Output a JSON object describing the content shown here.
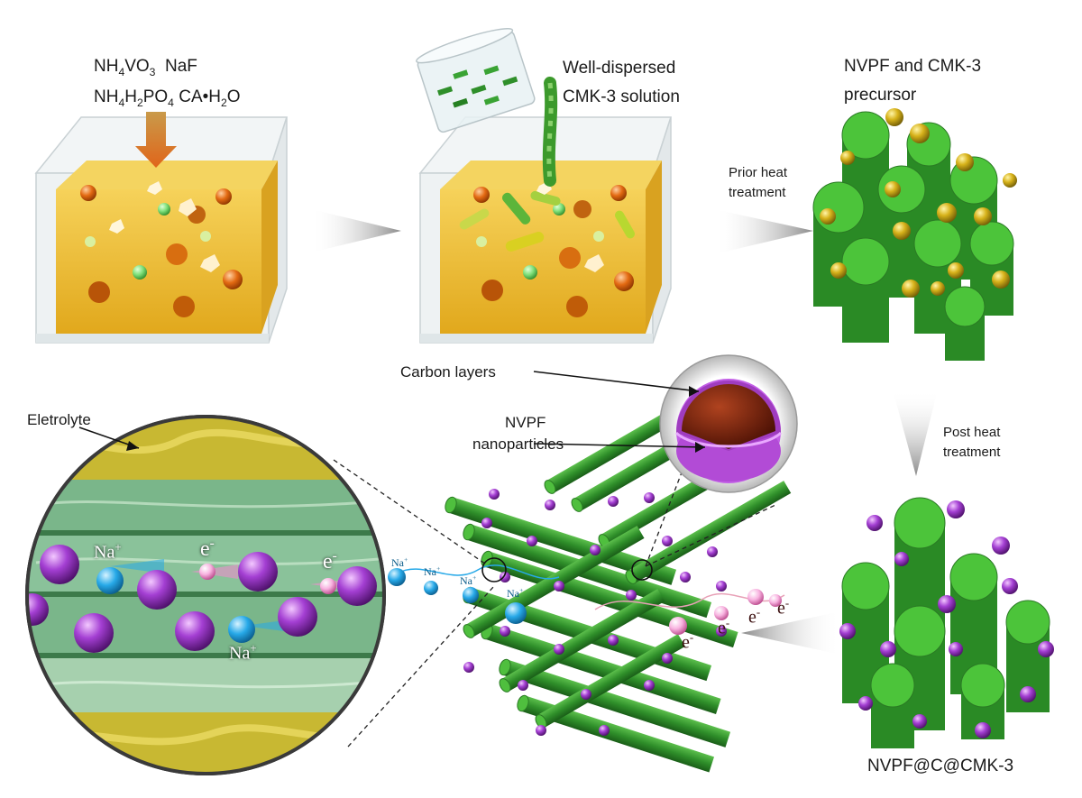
{
  "labels": {
    "reagent_1": "NH",
    "reagent_1_sub_a": "4",
    "reagent_1_b": "VO",
    "reagent_1_sub_b": "3",
    "reagent_2": "NaF",
    "reagent_3": "NH",
    "reagent_3_sub_a": "4",
    "reagent_3_b": "H",
    "reagent_3_sub_b": "2",
    "reagent_3_c": "PO",
    "reagent_3_sub_c": "4",
    "reagent_4": "CA•H",
    "reagent_4_sub": "2",
    "reagent_4_b": "O",
    "dispersed_line1": "Well-dispersed",
    "dispersed_line2": "CMK-3 solution",
    "precursor_line1": "NVPF and CMK-3",
    "precursor_line2": "precursor",
    "prior_line1": "Prior heat",
    "prior_line2": "treatment",
    "post_line1": "Post heat",
    "post_line2": "treatment",
    "carbon_layers": "Carbon layers",
    "nvpf_line1": "NVPF",
    "nvpf_line2": "nanoparticles",
    "electrolyte": "Eletrolyte",
    "product": "NVPF@C@CMK-3"
  },
  "ions": {
    "na": "Na",
    "na_charge": "+",
    "electron": "e",
    "electron_charge": "-"
  },
  "colors": {
    "solution": "#e8b530",
    "carbon_rod": "#2f8f2a",
    "nanoparticle_gold": "#d7b21a",
    "nanoparticle_purple": "#a43fd3",
    "core": "#7a1f0c",
    "na_ion": "#27a9e8",
    "electron": "#f58ad1"
  }
}
